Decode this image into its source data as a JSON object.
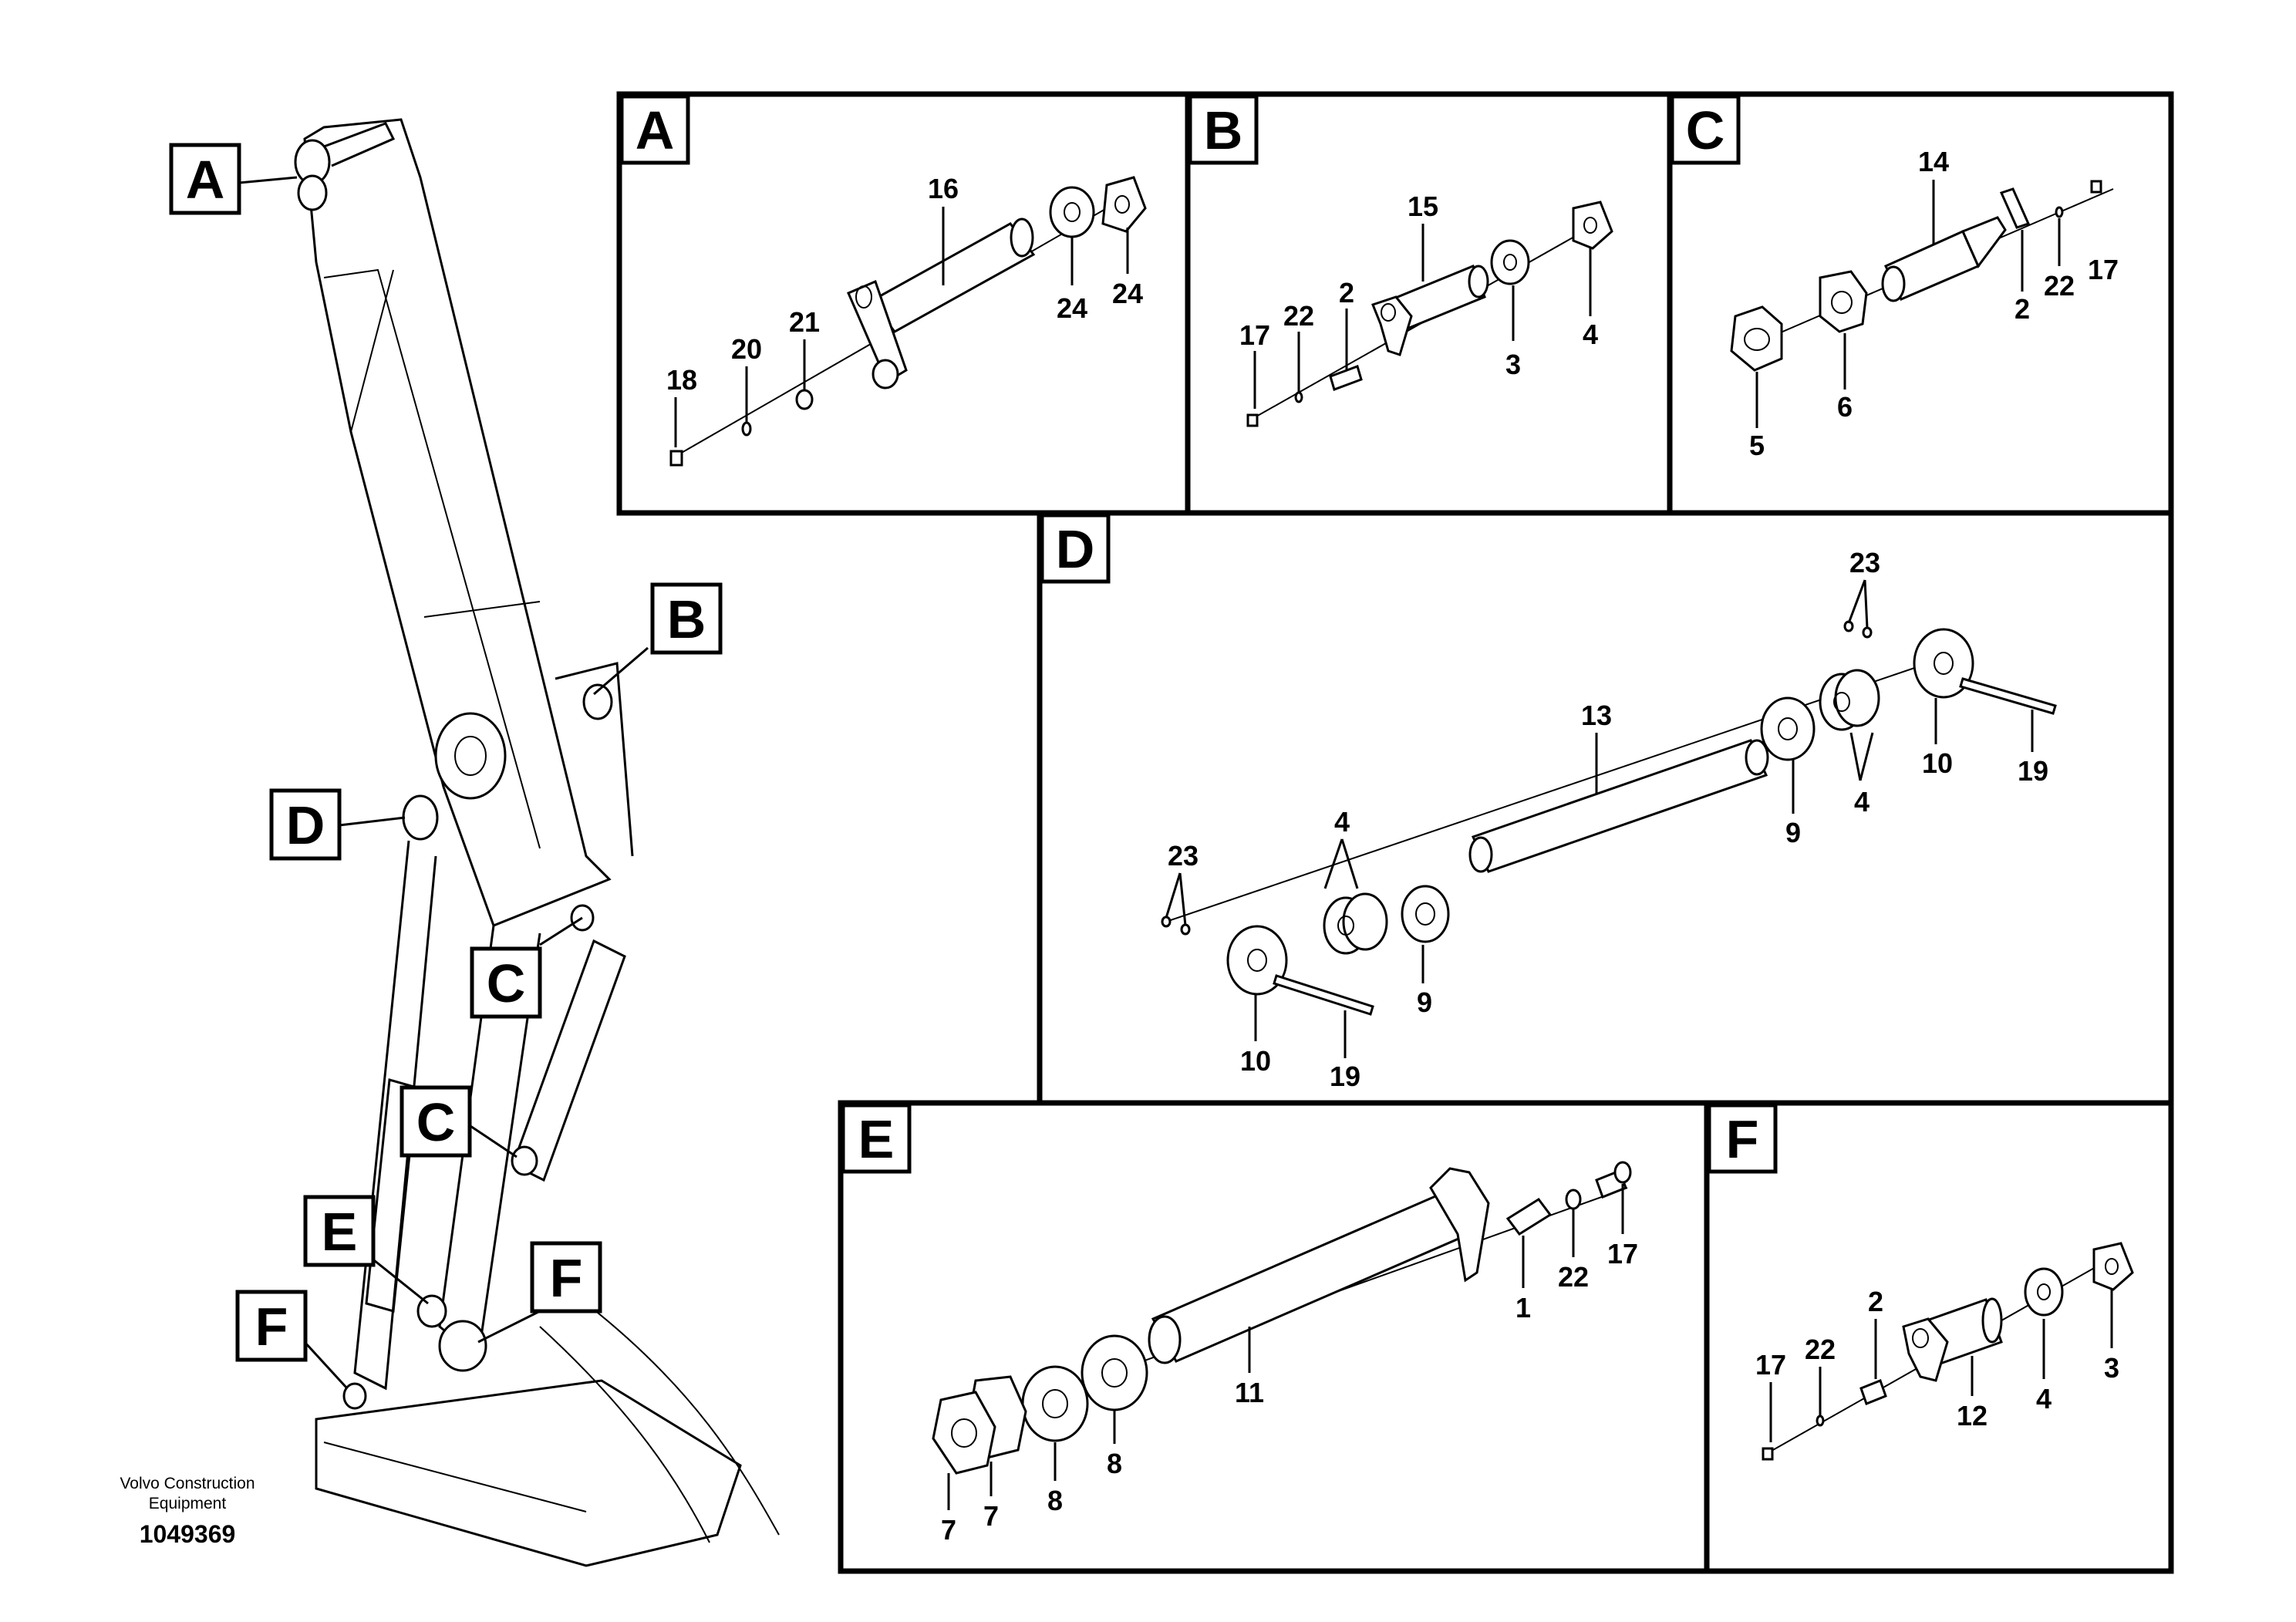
{
  "callouts": {
    "A": "A",
    "B": "B",
    "C1": "C",
    "C2": "C",
    "D": "D",
    "E": "E",
    "F1": "F",
    "F2": "F"
  },
  "panels": {
    "A": {
      "tag": "A",
      "labels": [
        "16",
        "24",
        "24",
        "18",
        "20",
        "21"
      ]
    },
    "B": {
      "tag": "B",
      "labels": [
        "15",
        "17",
        "22",
        "2",
        "3",
        "4"
      ]
    },
    "C": {
      "tag": "C",
      "labels": [
        "14",
        "2",
        "22",
        "17",
        "5",
        "6"
      ]
    },
    "D": {
      "tag": "D",
      "labels": [
        "23",
        "13",
        "9",
        "4",
        "10",
        "19",
        "23",
        "4",
        "9",
        "10",
        "19"
      ]
    },
    "E": {
      "tag": "E",
      "labels": [
        "11",
        "1",
        "22",
        "17",
        "7",
        "7",
        "8",
        "8"
      ]
    },
    "F": {
      "tag": "F",
      "labels": [
        "2",
        "22",
        "17",
        "12",
        "4",
        "3"
      ]
    }
  },
  "credit": {
    "line1": "Volvo Construction",
    "line2": "Equipment",
    "doc_number": "1049369"
  }
}
